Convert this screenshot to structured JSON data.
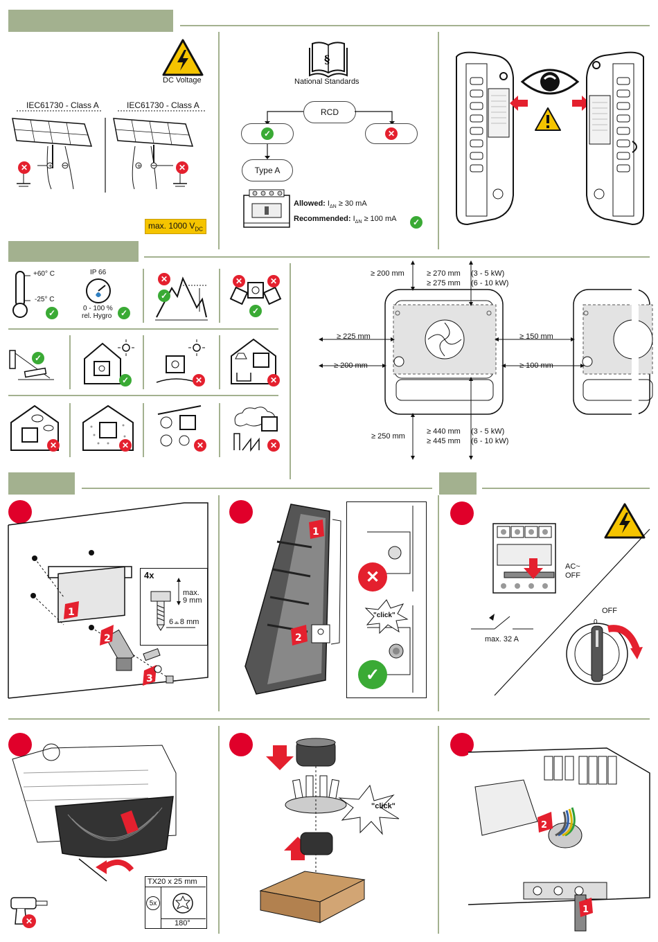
{
  "pv": {
    "warning_label": "DC Voltage",
    "class_left": "IEC61730 - Class A",
    "class_right": "IEC61730 - Class A",
    "max_voltage": "max. 1000 V",
    "max_voltage_sub": "DC"
  },
  "rcd": {
    "standards_label": "National Standards",
    "rcd_label": "RCD",
    "type_label": "Type A",
    "allowed_label": "Allowed:",
    "allowed_value": "≥ 30 mA",
    "recommended_label": "Recommended:",
    "recommended_value": "≥ 100 mA",
    "current_symbol": "I",
    "current_sub": "ΔN"
  },
  "environment": {
    "temp_max": "+60° C",
    "temp_min": "-25° C",
    "ip_rating": "IP 66",
    "humidity": "0 - 100 %",
    "humidity_label": "rel. Hygro"
  },
  "clearances": {
    "top": "≥ 200 mm",
    "top_small": "≥ 270 mm",
    "top_small_range": "(3 - 5 kW)",
    "top_large": "≥ 275 mm",
    "top_large_range": "(6 - 10 kW)",
    "left_upper": "≥ 225 mm",
    "left_lower": "≥ 200 mm",
    "right_upper": "≥ 150 mm",
    "right_lower": "≥ 100 mm",
    "bottom": "≥ 250 mm",
    "bottom_small": "≥ 440 mm",
    "bottom_small_range": "(3 - 5 kW)",
    "bottom_large": "≥ 445 mm",
    "bottom_large_range": "(6 - 10 kW)"
  },
  "mounting": {
    "screw_count": "4x",
    "screw_max": "max.",
    "screw_max_value": "9 mm",
    "screw_length": "6 - 8 mm",
    "step1": "1",
    "step2": "2",
    "step3": "3",
    "click_label": "\"click\""
  },
  "ac": {
    "switch_label": "AC~",
    "switch_state": "OFF",
    "breaker_max": "max. 32 A",
    "rotary_off": "OFF",
    "rotary_zero": "0"
  },
  "cover": {
    "torx": "TX20 x 25 mm",
    "count": "5x",
    "angle": "180°"
  },
  "ferrite": {
    "click_label": "\"click\""
  }
}
